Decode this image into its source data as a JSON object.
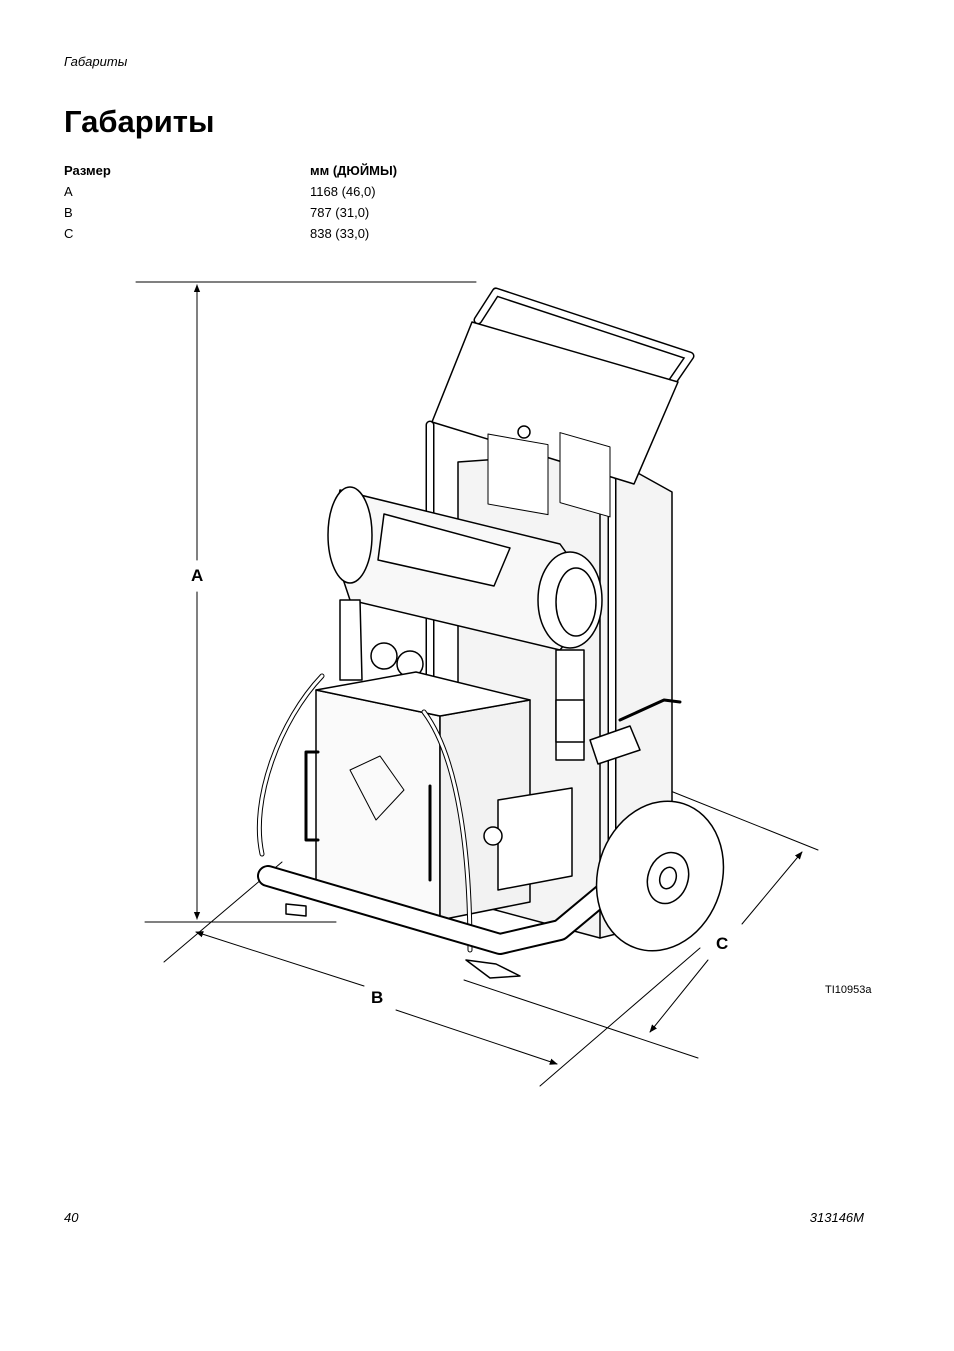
{
  "header": {
    "running_title": "Габариты"
  },
  "page_title": "Габариты",
  "table": {
    "headers": [
      "Размер",
      "мм (ДЮЙМЫ)"
    ],
    "rows": [
      [
        "A",
        "1168 (46,0)"
      ],
      [
        "B",
        "787 (31,0)"
      ],
      [
        "C",
        "838 (33,0)"
      ]
    ]
  },
  "figure": {
    "label_a": "A",
    "label_b": "B",
    "label_c": "C",
    "figure_id": "TI10953a"
  },
  "footer": {
    "page_number": "40",
    "doc_number": "313146M"
  }
}
